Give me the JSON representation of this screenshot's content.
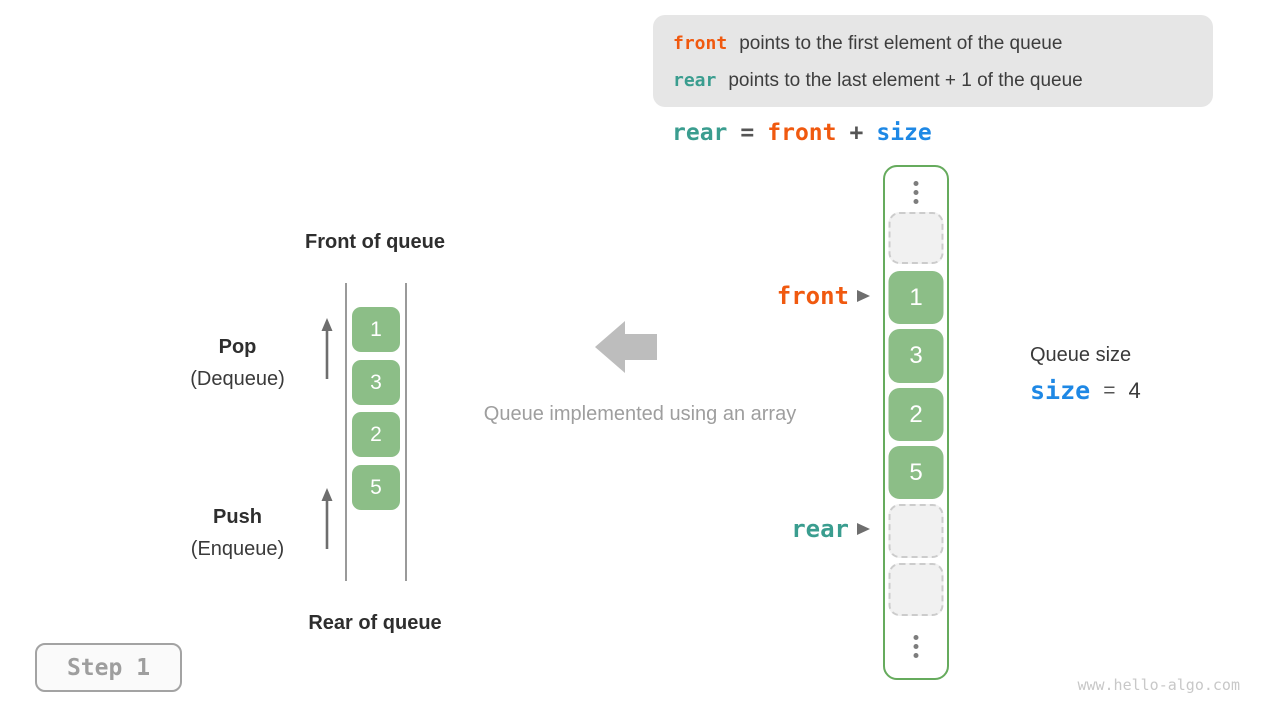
{
  "colors": {
    "accent_orange": "#f0590f",
    "accent_teal": "#3a9d8f",
    "accent_blue": "#1e88e5",
    "cell_green": "#8cbe87",
    "array_border_green": "#66ab5d"
  },
  "info_box": {
    "front_code": "front",
    "front_text": "points to the first element of the queue",
    "rear_code": "rear",
    "rear_text": "points to the last element + 1 of the queue"
  },
  "formula": {
    "lhs": "rear",
    "eq": "=",
    "op1": "front",
    "plus": "+",
    "op2": "size"
  },
  "left_queue": {
    "front_label": "Front of queue",
    "rear_label": "Rear of queue",
    "pop_title": "Pop",
    "pop_subtitle": "(Dequeue)",
    "push_title": "Push",
    "push_subtitle": "(Enqueue)",
    "cells": [
      "1",
      "3",
      "2",
      "5"
    ]
  },
  "middle": {
    "caption": "Queue implemented using an array"
  },
  "right_array": {
    "front_pointer": "front",
    "rear_pointer": "rear",
    "cells": [
      "1",
      "3",
      "2",
      "5"
    ]
  },
  "queue_size": {
    "label": "Queue size",
    "variable": "size",
    "eq": "=",
    "value": "4"
  },
  "step_badge": {
    "label": "Step 1"
  },
  "watermark": "www.hello-algo.com"
}
